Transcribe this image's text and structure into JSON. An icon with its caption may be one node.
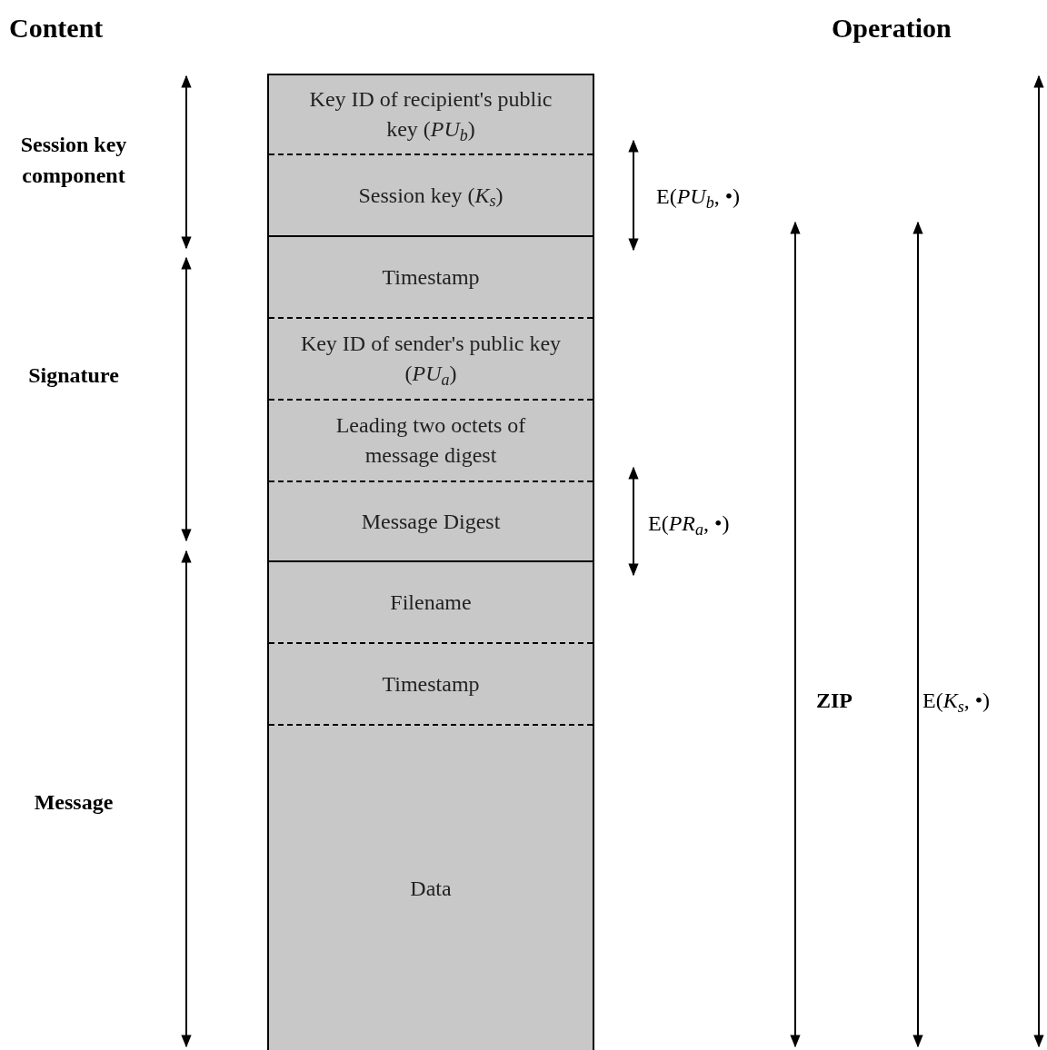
{
  "diagram": {
    "nodes": [
      {
        "text": [
          "Key ID of recipient's public key (*PU*$_{b}$)"
        ]
      },
      {
        "text": [
          "Session key (*K*$_{s}$)"
        ]
      },
      {
        "text": [
          "Timestamp"
        ]
      },
      {
        "text": [
          "Key ID of sender's public key (*PU*$_{a}$)"
        ]
      },
      {
        "text": [
          "Leading two octets of message digest"
        ]
      },
      {
        "text": [
          "Message Digest"
        ]
      },
      {
        "text": [
          "Filename"
        ]
      },
      {
        "text": [
          "Timestamp"
        ]
      },
      {
        "text": [
          "Data"
        ]
      }
    ],
    "labels": [
      "Content",
      "Operation",
      "Session key component",
      "Signature",
      "Message",
      "E(*PU*$_{b}$, •)",
      "E(*PR*$_{a}$, •)",
      "ZIP",
      "E(*K*$_{s}$, •)"
    ]
  }
}
